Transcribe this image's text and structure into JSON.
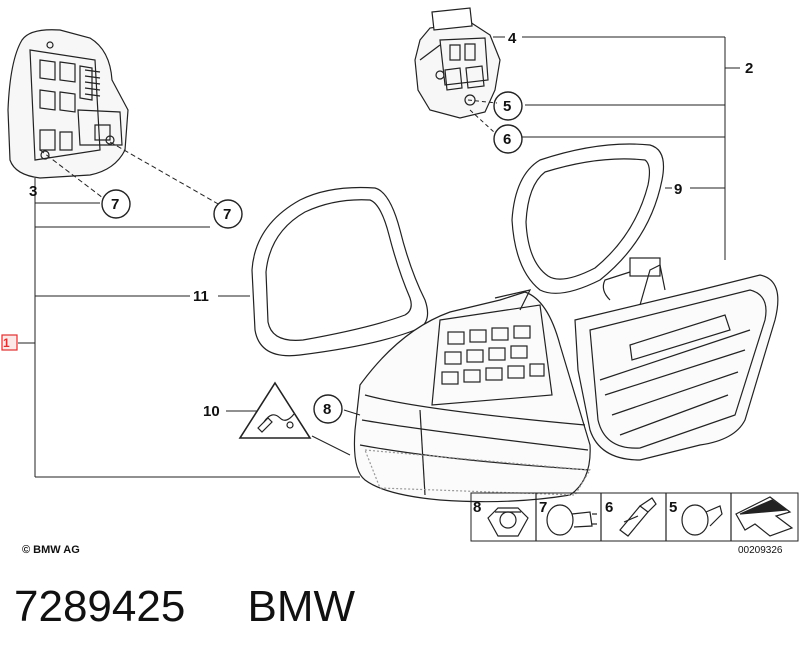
{
  "callouts": {
    "c1": "1",
    "c2": "2",
    "c3": "3",
    "c4": "4",
    "c5": "5",
    "c6": "6",
    "c7a": "7",
    "c7b": "7",
    "c8": "8",
    "c9": "9",
    "c10": "10",
    "c11": "11"
  },
  "legend": {
    "nut_label": "8",
    "bulb7_label": "7",
    "bulb6_label": "6",
    "bulb5_label": "5"
  },
  "copyright": "© BMW AG",
  "diagram_number": "00209326",
  "footer": {
    "part_number": "7289425",
    "brand": "BMW"
  },
  "colors": {
    "line": "#222222",
    "highlight_box": "#e03030",
    "highlight_fill": "#fde8e8"
  }
}
